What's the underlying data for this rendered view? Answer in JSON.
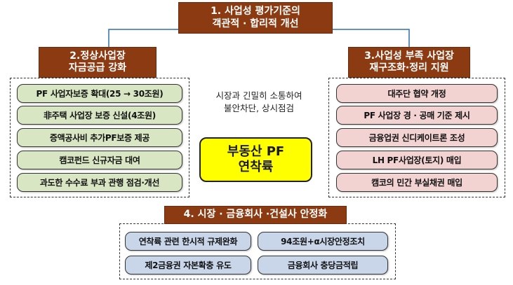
{
  "top": {
    "line1": "1. 사업성 평가기준의",
    "line2": "객관적 · 합리적 개선"
  },
  "left": {
    "header_line1": "2.정상사업장",
    "header_line2": "자금공급 강화",
    "items": [
      "PF 사업자보증 확대(25 → 30조원)",
      "非주택 사업장 보증 신설(4조원)",
      "증액공사비 추가PF보증 제공",
      "캠코펀드 신규자금 대여",
      "과도한 수수료 부과 관행 점검·개선"
    ]
  },
  "right": {
    "header_line1": "3.사업성 부족 사업장",
    "header_line2": "재구조화·정리 지원",
    "items": [
      "대주단 협약 개정",
      "PF 사업장 경 · 공매 기준 제시",
      "금융업권 신디케이트론 조성",
      "LH PF사업장(토지) 매입",
      "캠코의 민간 부실채권 매입"
    ]
  },
  "center": {
    "text_line1": "시장과 긴밀히 소통하여",
    "text_line2": "불안차단, 상시점검",
    "box_line1": "부동산 PF",
    "box_line2": "연착륙"
  },
  "bottom": {
    "header": "4. 시장 · 금융회사 ·건설사 안정화",
    "items": [
      "연착륙 관련 한시적 규제완화",
      "94조원+α시장안정조치",
      "제2금융권 자본확충 유도",
      "금융회사 충당금적립"
    ]
  },
  "colors": {
    "header": "#8b3a12",
    "left_items": "#d8e6c3",
    "right_items": "#f3d2d2",
    "bottom_items": "#c9d6ea",
    "center_box": "#ffff00",
    "connector": "#2f6db5"
  }
}
